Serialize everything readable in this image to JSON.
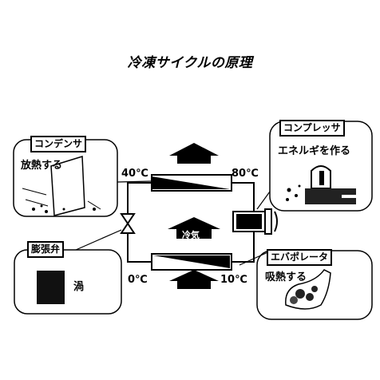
{
  "title": "冷凍サイクルの原理",
  "condenser": {
    "label": "コンデンサ",
    "desc": "放熱する"
  },
  "compressor": {
    "label": "コンプレッサ",
    "desc": "エネルギを作る"
  },
  "expansion_valve": {
    "label": "膨張弁",
    "desc": "渦"
  },
  "evaporator": {
    "label": "エバポレータ",
    "desc": "吸熱する"
  },
  "center_label": "冷気",
  "temperatures": {
    "condenser_in": "40℃",
    "condenser_out": "80℃",
    "evaporator_in": "0℃",
    "evaporator_out": "10℃"
  }
}
